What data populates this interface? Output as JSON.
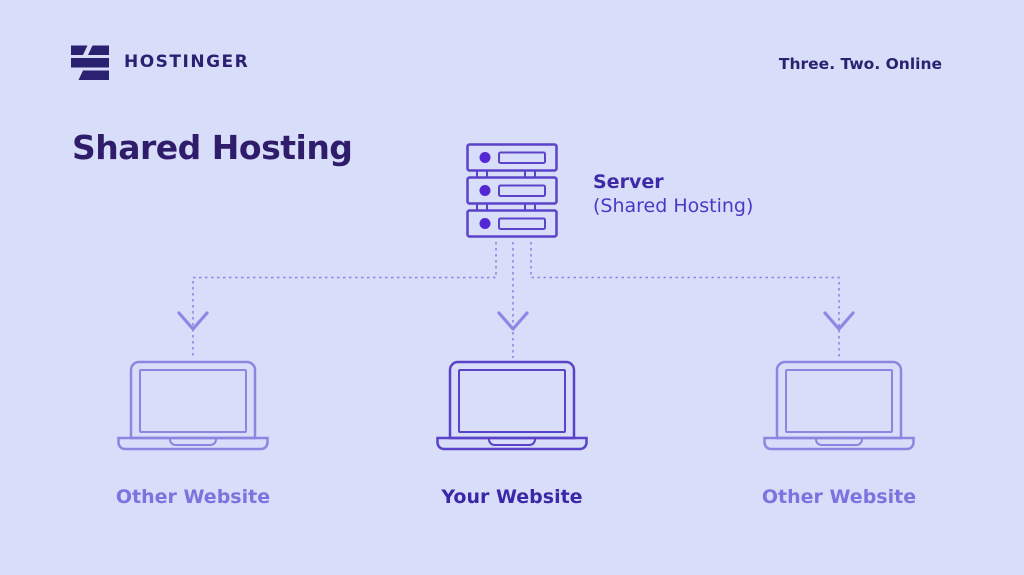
{
  "header": {
    "logo_icon": "hostinger-h-logo",
    "brand": "HOSTINGER",
    "tagline": "Three. Two. Online"
  },
  "title": "Shared Hosting",
  "server": {
    "icon": "server-stack-icon",
    "label": "Server",
    "sublabel": "(Shared Hosting)"
  },
  "connections": {
    "style": "dashed-arrows",
    "from": "server",
    "to": [
      "other-website-left",
      "your-website",
      "other-website-right"
    ]
  },
  "websites": [
    {
      "id": "other-website-left",
      "icon": "laptop-icon",
      "label": "Other Website",
      "highlighted": false
    },
    {
      "id": "your-website",
      "icon": "laptop-icon",
      "label": "Your Website",
      "highlighted": true
    },
    {
      "id": "other-website-right",
      "icon": "laptop-icon",
      "label": "Other Website",
      "highlighted": false
    }
  ],
  "colors": {
    "background": "#D8DDFA",
    "brand_dark": "#2B2171",
    "title": "#2F1C6A",
    "server_stroke": "#5A43C8",
    "server_dot": "#5526D4",
    "server_label": "#3E2AA8",
    "server_sublabel": "#4D38C6",
    "connector": "#8C86E2",
    "arrow": "#8D88E5",
    "laptop_side": "#8C86E2",
    "laptop_center": "#5A43C8",
    "label_other": "#7C74DE",
    "label_your": "#3A28A8"
  }
}
